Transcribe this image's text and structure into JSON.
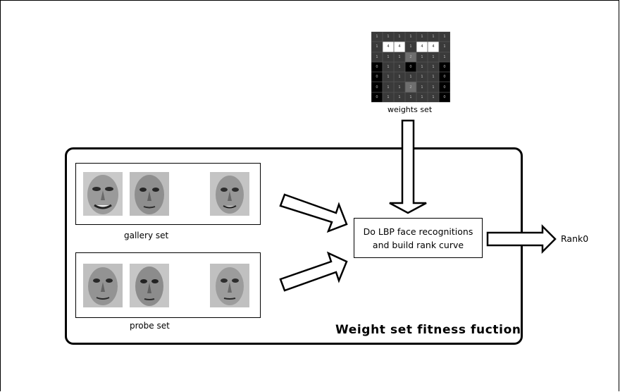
{
  "weights": {
    "label": "weights set",
    "grid": [
      [
        1,
        1,
        1,
        1,
        1,
        1,
        1
      ],
      [
        1,
        4,
        4,
        1,
        4,
        4,
        1
      ],
      [
        1,
        1,
        1,
        2,
        1,
        1,
        1
      ],
      [
        0,
        1,
        1,
        0,
        1,
        1,
        0
      ],
      [
        0,
        1,
        1,
        1,
        1,
        1,
        0
      ],
      [
        0,
        1,
        1,
        2,
        1,
        1,
        0
      ],
      [
        0,
        1,
        1,
        1,
        1,
        1,
        0
      ]
    ],
    "colors": {
      "0": "#000000",
      "1": "#3a3a3a",
      "2": "#6e6e6e",
      "4": "#ffffff"
    }
  },
  "gallery": {
    "label": "gallery set"
  },
  "probe": {
    "label": "probe set"
  },
  "process": {
    "line1": "Do LBP face recognitions",
    "line2": "and build rank curve"
  },
  "output": {
    "label": "Rank0"
  },
  "fitness": {
    "label": "Weight set fitness fuction"
  }
}
